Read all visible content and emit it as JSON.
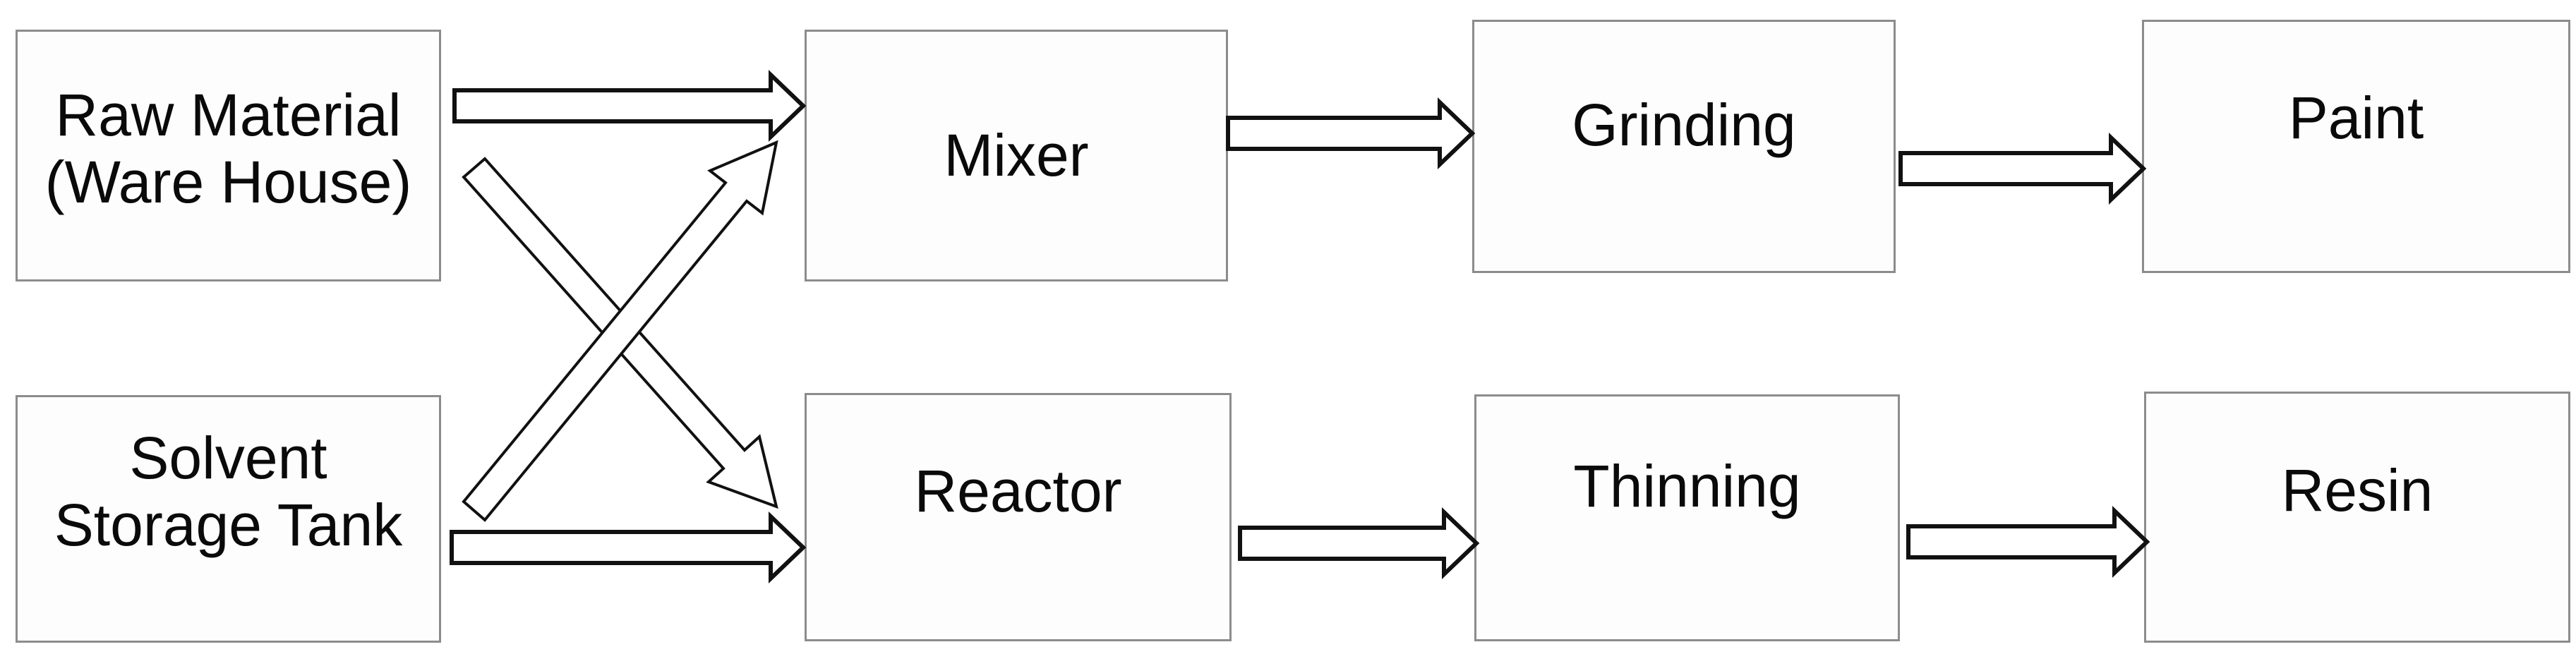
{
  "diagram": {
    "type": "process-flow",
    "colors": {
      "background": "#ffffff",
      "box_fill": "#fdfdfd",
      "box_border": "#8c8c8c",
      "text": "#0a0a0a",
      "arrow_fill": "#ffffff",
      "arrow_outline": "#111111"
    },
    "nodes": [
      {
        "id": "raw-material",
        "label": "Raw Material\n(Ware House)"
      },
      {
        "id": "solvent-storage-tank",
        "label": "Solvent\nStorage Tank"
      },
      {
        "id": "mixer",
        "label": "Mixer"
      },
      {
        "id": "reactor",
        "label": "Reactor"
      },
      {
        "id": "grinding",
        "label": "Grinding"
      },
      {
        "id": "thinning",
        "label": "Thinning"
      },
      {
        "id": "paint",
        "label": "Paint"
      },
      {
        "id": "resin",
        "label": "Resin"
      }
    ],
    "edges": [
      {
        "from": "Raw Material (Ware House)",
        "to": "Mixer"
      },
      {
        "from": "Raw Material (Ware House)",
        "to": "Reactor"
      },
      {
        "from": "Solvent Storage Tank",
        "to": "Mixer"
      },
      {
        "from": "Solvent Storage Tank",
        "to": "Reactor"
      },
      {
        "from": "Mixer",
        "to": "Grinding"
      },
      {
        "from": "Reactor",
        "to": "Thinning"
      },
      {
        "from": "Grinding",
        "to": "Paint"
      },
      {
        "from": "Thinning",
        "to": "Resin"
      }
    ]
  }
}
